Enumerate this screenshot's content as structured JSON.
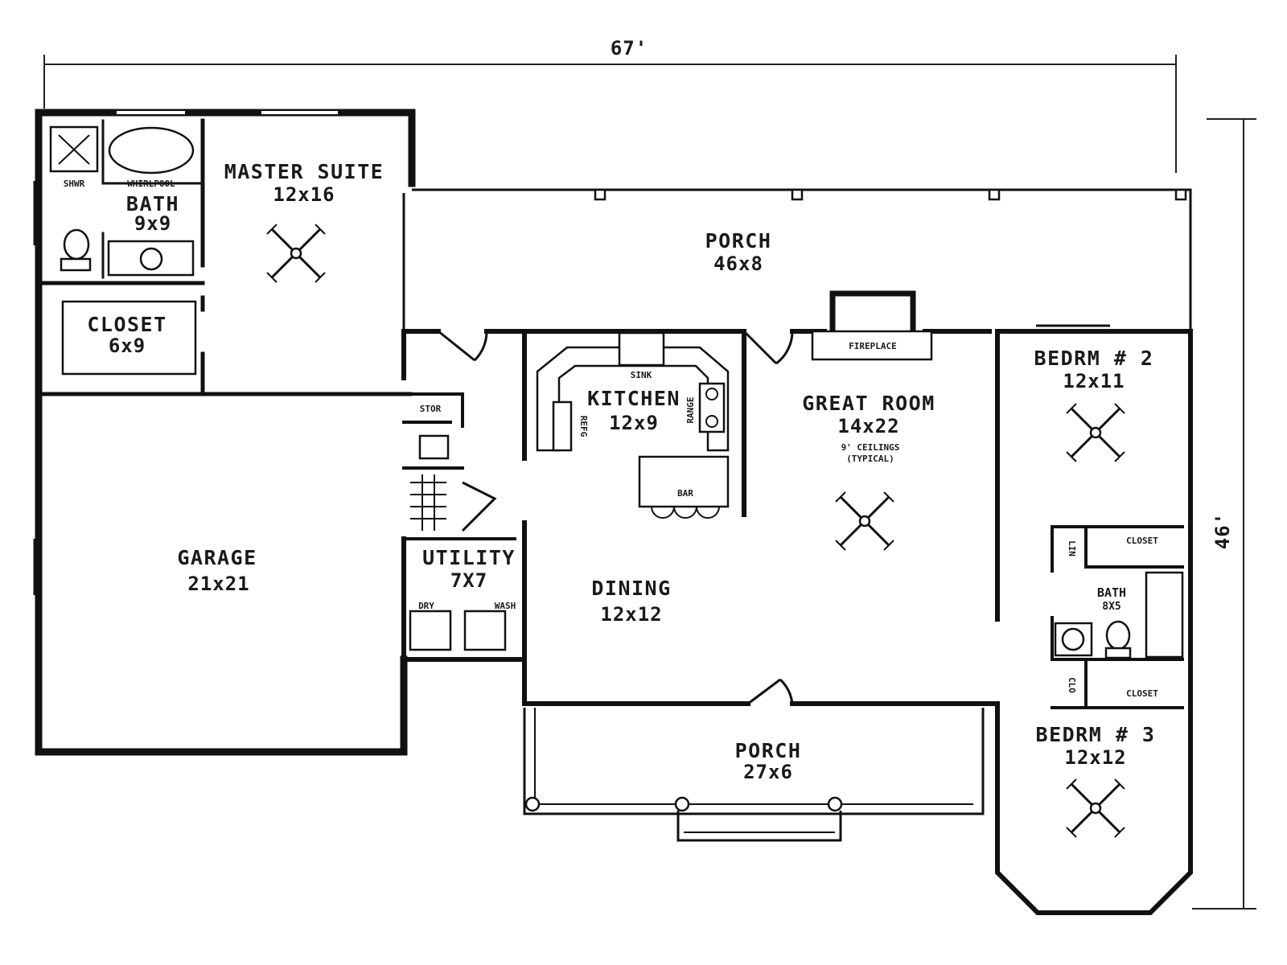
{
  "dimensions": {
    "width": "67'",
    "depth": "46'"
  },
  "rooms": {
    "master_suite": {
      "name": "MASTER SUITE",
      "size": "12x16"
    },
    "bath_master": {
      "name": "BATH",
      "size": "9x9"
    },
    "closet_master": {
      "name": "CLOSET",
      "size": "6x9"
    },
    "garage": {
      "name": "GARAGE",
      "size": "21x21"
    },
    "porch_rear": {
      "name": "PORCH",
      "size": "46x8"
    },
    "kitchen": {
      "name": "KITCHEN",
      "size": "12x9"
    },
    "great_room": {
      "name": "GREAT ROOM",
      "size": "14x22",
      "note": "9' CEILINGS",
      "note2": "(TYPICAL)"
    },
    "utility": {
      "name": "UTILITY",
      "size": "7X7"
    },
    "dining": {
      "name": "DINING",
      "size": "12x12"
    },
    "porch_front": {
      "name": "PORCH",
      "size": "27x6"
    },
    "bedroom2": {
      "name": "BEDRM # 2",
      "size": "12x11"
    },
    "bedroom3": {
      "name": "BEDRM # 3",
      "size": "12x12"
    },
    "bath2": {
      "name": "BATH",
      "size": "8X5"
    }
  },
  "fixtures": {
    "shower": "SHWR",
    "whirlpool": "WHIRLPOOL",
    "sink": "SINK",
    "refrigerator": "REFG",
    "range": "RANGE",
    "bar": "BAR",
    "fireplace": "FIREPLACE",
    "storage": "STOR",
    "dryer": "DRY",
    "washer": "WASH",
    "linen": "LIN",
    "closet_bed2": "CLOSET",
    "closet_bed3": "CLOSET",
    "closet_small": "CLO"
  }
}
